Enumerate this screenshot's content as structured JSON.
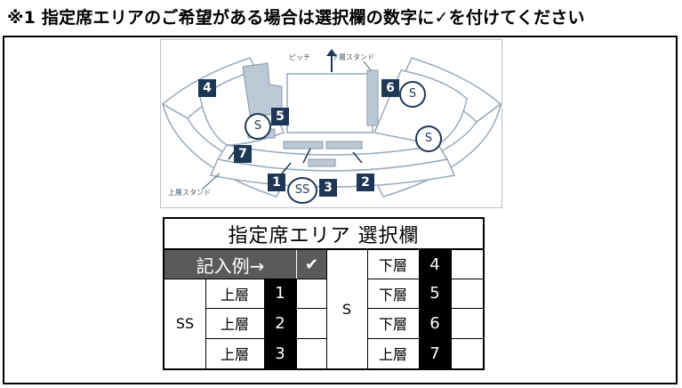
{
  "header": {
    "text": "※1  指定席エリアのご希望がある場合は選択欄の数字に✓を付けてください"
  },
  "map": {
    "pitch_label": "ピッチ",
    "lower_stand_label": "下層スタンド",
    "upper_stand_label": "上層スタンド",
    "sections": [
      "4",
      "5",
      "6",
      "7",
      "1",
      "3",
      "2"
    ],
    "letters": {
      "s": "S",
      "ss": "SS"
    },
    "colors": {
      "navy": "#1e3756",
      "line": "#9aa9b9",
      "fill": "#d9e0e8"
    }
  },
  "table": {
    "title": "指定席エリア 選択欄",
    "example_label": "記入例→",
    "example_check": "✔",
    "left_group": "SS",
    "right_group": "S",
    "left_rows": [
      {
        "level": "上層",
        "num": "1"
      },
      {
        "level": "上層",
        "num": "2"
      },
      {
        "level": "上層",
        "num": "3"
      }
    ],
    "right_rows": [
      {
        "level": "下層",
        "num": "4"
      },
      {
        "level": "下層",
        "num": "5"
      },
      {
        "level": "下層",
        "num": "6"
      },
      {
        "level": "上層",
        "num": "7"
      }
    ]
  }
}
